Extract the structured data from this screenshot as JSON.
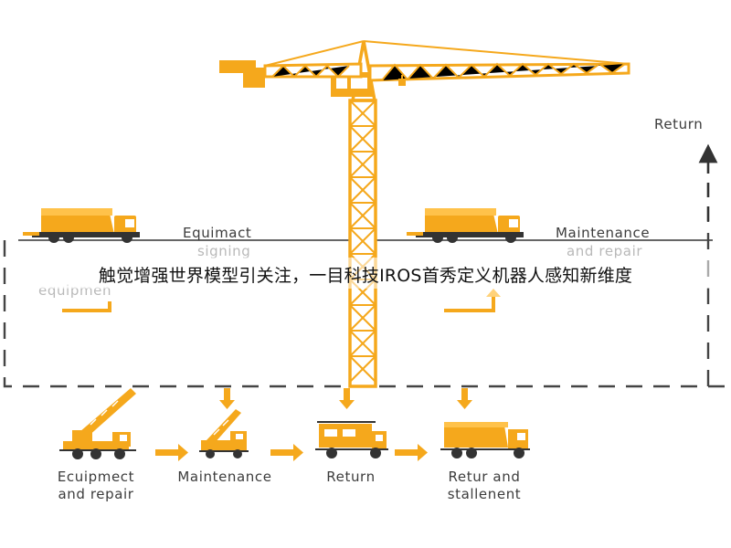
{
  "caption": "触觉增强世界模型引关注，一目科技IROS首秀定义机器人感知新维度",
  "colors": {
    "accent": "#F5A81C",
    "accent_dark": "#E08A00",
    "line": "#333333",
    "text": "#3c3c3c"
  },
  "top_row": {
    "left_title": "Equimact",
    "left_sub": "signing",
    "left_sub2": "equipmen",
    "right_title": "Maintenance",
    "right_sub": "and repair",
    "return_label": "Return"
  },
  "bottom_row": [
    {
      "line1": "Ecuipmect",
      "line2": "and repair",
      "icon": "crane-truck-icon"
    },
    {
      "line1": "Maintenance",
      "line2": "",
      "icon": "boom-truck-icon"
    },
    {
      "line1": "Return",
      "line2": "",
      "icon": "flatbed-truck-icon"
    },
    {
      "line1": "Retur and",
      "line2": "stallenent",
      "icon": "dump-truck-icon"
    }
  ]
}
